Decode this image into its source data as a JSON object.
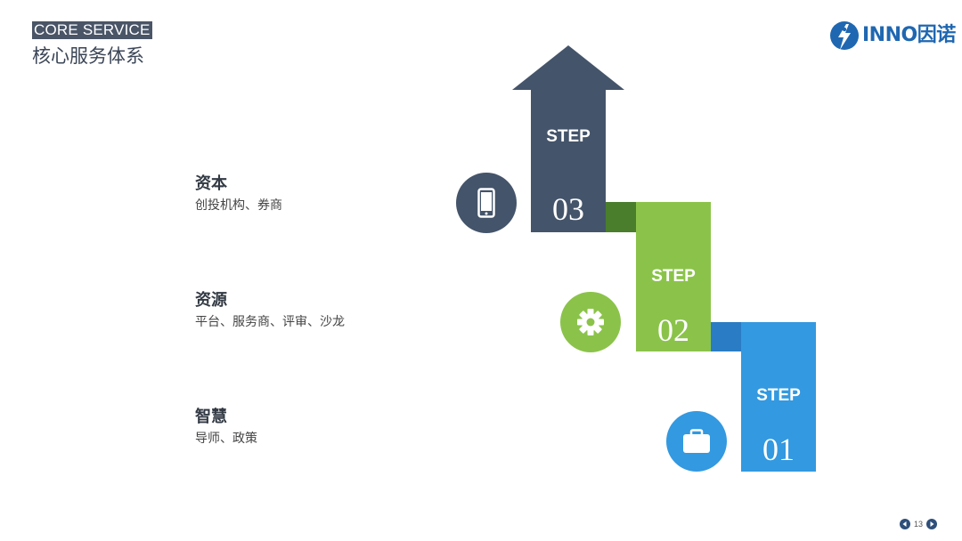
{
  "header": {
    "core_label": "CORE SERVICE",
    "title": "核心服务体系",
    "logo_text": "INNO因诺"
  },
  "items": [
    {
      "title": "资本",
      "desc": "创投机构、券商"
    },
    {
      "title": "资源",
      "desc": "平台、服务商、评审、沙龙"
    },
    {
      "title": "智慧",
      "desc": "导师、政策"
    }
  ],
  "steps": [
    {
      "word": "STEP",
      "number": "03",
      "color": "#44546a",
      "icon": "smartphone-icon"
    },
    {
      "word": "STEP",
      "number": "02",
      "color": "#8bc34a",
      "icon": "gear-icon"
    },
    {
      "word": "STEP",
      "number": "01",
      "color": "#3399e0",
      "icon": "briefcase-icon"
    }
  ],
  "pager": {
    "page_number": "13"
  }
}
